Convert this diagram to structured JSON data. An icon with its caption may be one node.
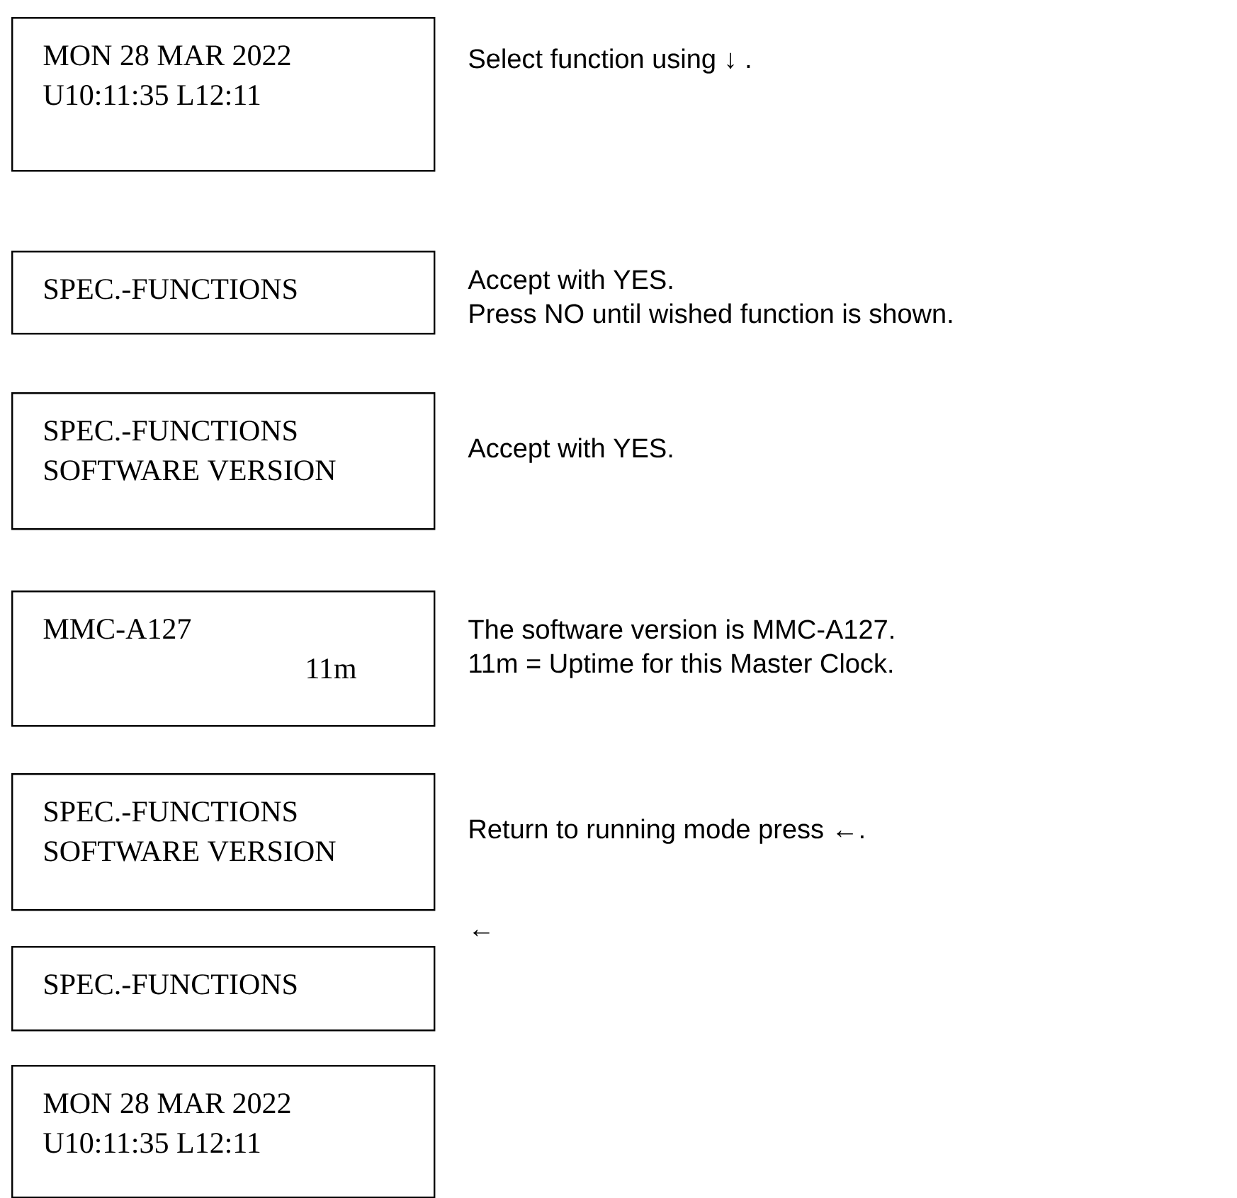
{
  "diagram": {
    "nodes": [
      {
        "text": [
          "MON  28 MAR 2022",
          "U10:11:35   L12:11"
        ],
        "beside": [
          "Select function using ↓ ."
        ]
      },
      {
        "text": [
          "SPEC.-FUNCTIONS"
        ],
        "beside": [
          "Accept with YES.",
          "Press NO until wished function is shown."
        ]
      },
      {
        "text": [
          "SPEC.-FUNCTIONS",
          "SOFTWARE VERSION"
        ],
        "beside": [
          "Accept with YES."
        ]
      },
      {
        "text": [
          "MMC-A127",
          "11m"
        ],
        "beside": [
          "The software version is MMC-A127.",
          "11m = Uptime for this Master Clock."
        ]
      },
      {
        "text": [
          "SPEC.-FUNCTIONS",
          "SOFTWARE VERSION"
        ],
        "beside": [
          "Return to running mode press ←."
        ]
      },
      {
        "text": [
          "SPEC.-FUNCTIONS"
        ],
        "beside": [
          "←"
        ]
      },
      {
        "text": [
          "MON  28 MAR 2022",
          "U10:11:35   L12:11"
        ]
      }
    ]
  }
}
